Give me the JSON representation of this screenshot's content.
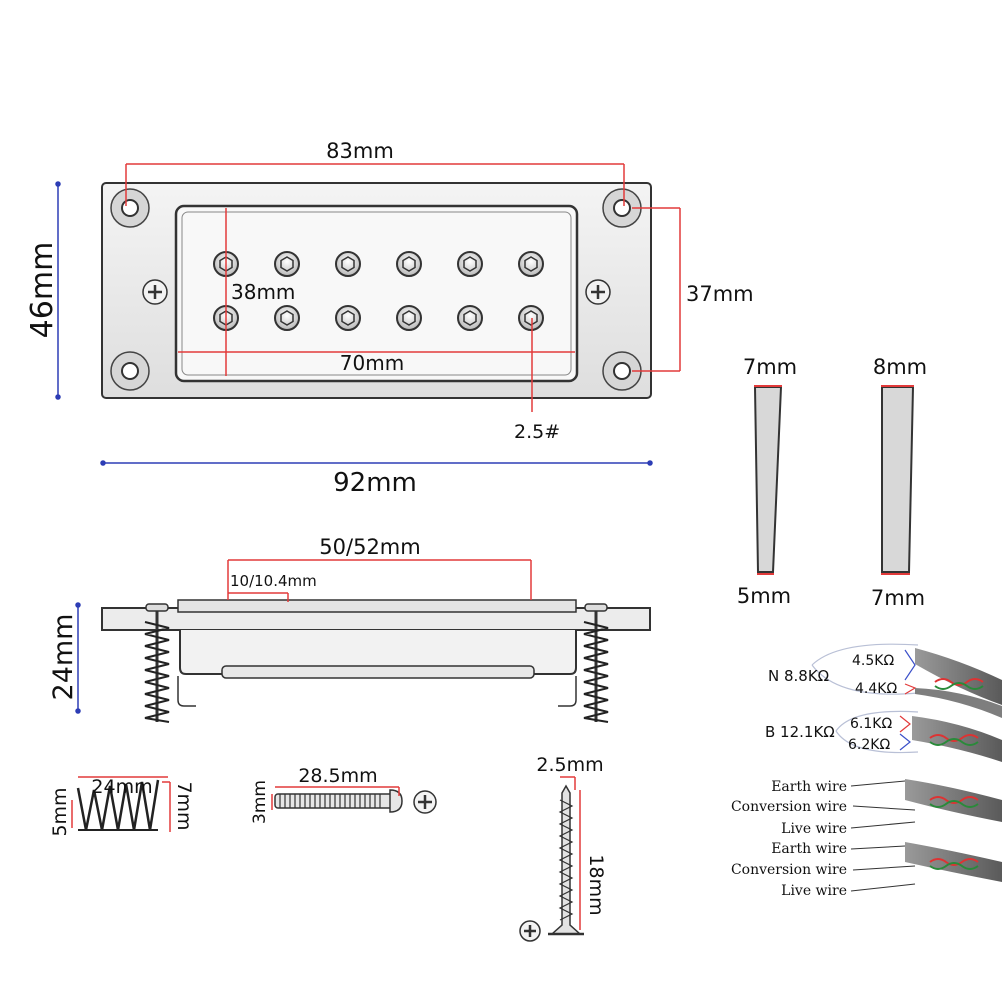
{
  "dimensions": {
    "top_holes_span": "83mm",
    "plate_height": "46mm",
    "inner_height": "38mm",
    "outer_height": "37mm",
    "inner_width": "70mm",
    "pole_size": "2.5#",
    "plate_width": "92mm",
    "magnet_left_top": "7mm",
    "magnet_left_bottom": "5mm",
    "magnet_right_top": "8mm",
    "magnet_right_bottom": "7mm",
    "cover_width": "50/52mm",
    "cover_inset": "10/10.4mm",
    "side_height": "24mm",
    "spring_length": "24mm",
    "spring_small_d": "5mm",
    "spring_large_d": "7mm",
    "screw_length": "28.5mm",
    "screw_diameter": "3mm",
    "wood_screw_diameter": "2.5mm",
    "wood_screw_length": "18mm"
  },
  "wiring": {
    "neck": {
      "label": "N 8.8KΩ",
      "r1": "4.5KΩ",
      "r2": "4.4KΩ"
    },
    "bridge": {
      "label": "B 12.1KΩ",
      "r1": "6.1KΩ",
      "r2": "6.2KΩ"
    },
    "set1": [
      "Earth wire",
      "Conversion wire",
      "Live wire"
    ],
    "set2": [
      "Earth wire",
      "Conversion wire",
      "Live wire"
    ]
  }
}
